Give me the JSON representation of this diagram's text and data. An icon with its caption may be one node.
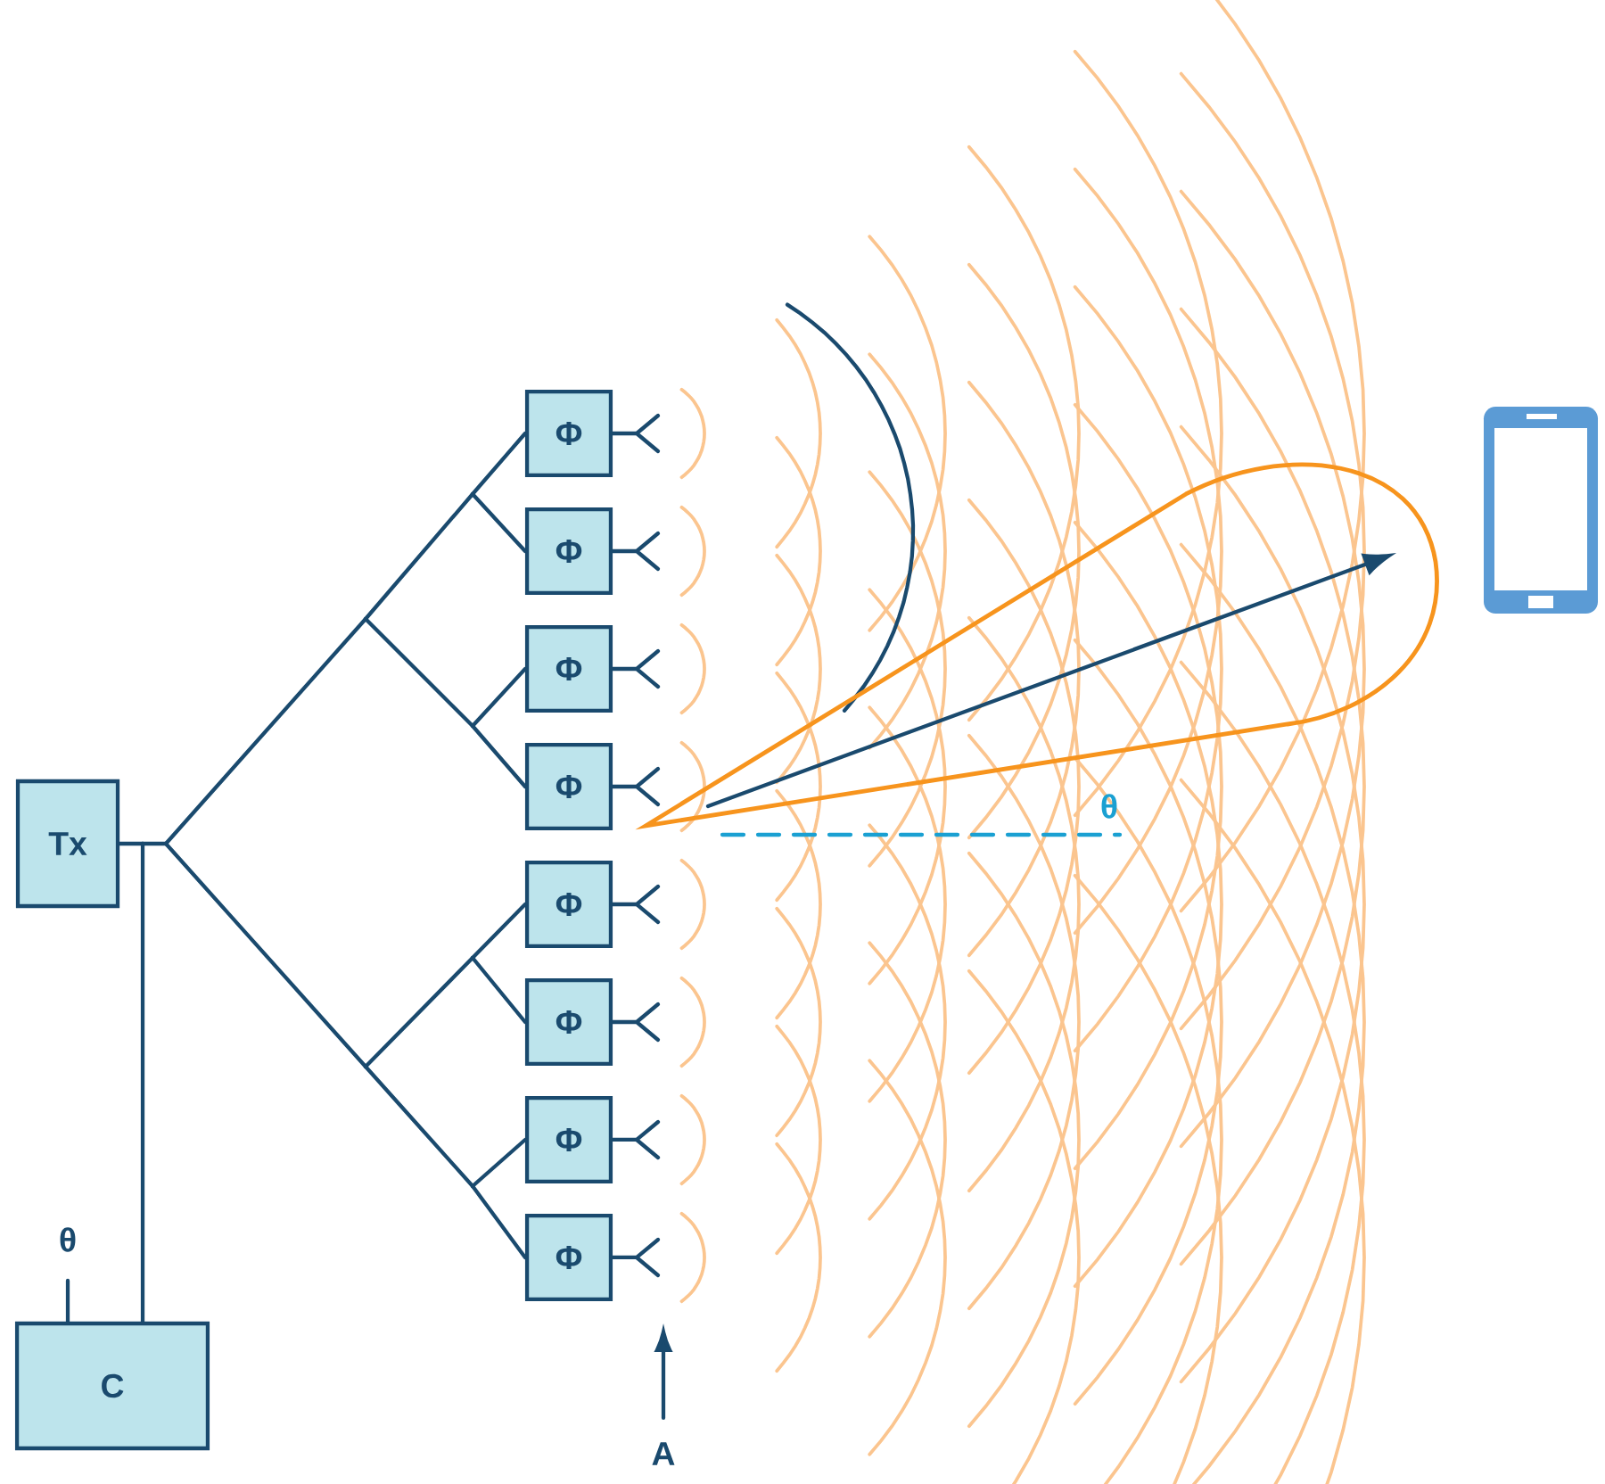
{
  "diagram": {
    "nodes": [
      {
        "text": [
          "Tx"
        ]
      },
      {
        "text": [
          "C"
        ]
      },
      {
        "text": [
          "Φ"
        ]
      },
      {
        "text": [
          "Φ"
        ]
      },
      {
        "text": [
          "Φ"
        ]
      },
      {
        "text": [
          "Φ"
        ]
      },
      {
        "text": [
          "Φ"
        ]
      },
      {
        "text": [
          "Φ"
        ]
      },
      {
        "text": [
          "Φ"
        ]
      },
      {
        "text": [
          "Φ"
        ]
      }
    ],
    "edges": [
      {
        "from": 0,
        "to": 1,
        "arrow": "none"
      },
      {
        "from": 0,
        "to": 2,
        "arrow": "none"
      },
      {
        "from": 0,
        "to": 3,
        "arrow": "none"
      },
      {
        "from": 0,
        "to": 4,
        "arrow": "none"
      },
      {
        "from": 0,
        "to": 5,
        "arrow": "none"
      },
      {
        "from": 0,
        "to": 6,
        "arrow": "none"
      },
      {
        "from": 0,
        "to": 7,
        "arrow": "none"
      },
      {
        "from": 0,
        "to": 8,
        "arrow": "none"
      },
      {
        "from": 0,
        "to": 9,
        "arrow": "none"
      }
    ],
    "labels": [
      "θ",
      "θ",
      "A"
    ]
  }
}
